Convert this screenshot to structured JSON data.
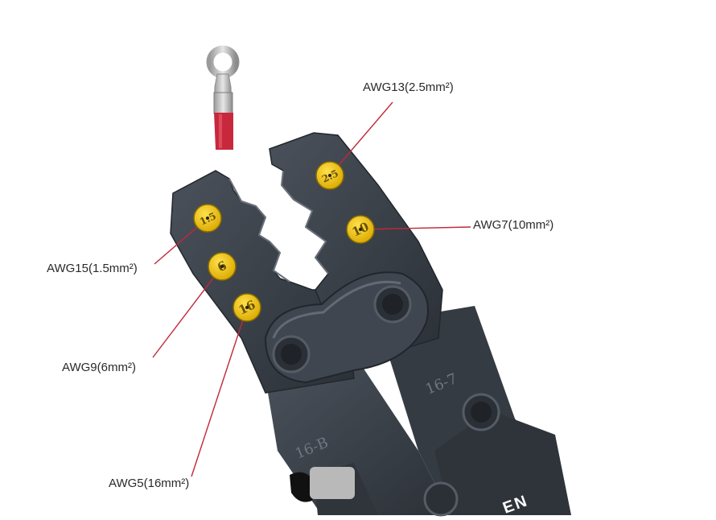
{
  "callouts": [
    {
      "id": "awg13",
      "label": "AWG13(2.5mm²)",
      "die": "2.5"
    },
    {
      "id": "awg7",
      "label": "AWG7(10mm²)",
      "die": "10"
    },
    {
      "id": "awg15",
      "label": "AWG15(1.5mm²)",
      "die": "1.5"
    },
    {
      "id": "awg9",
      "label": "AWG9(6mm²)",
      "die": "6"
    },
    {
      "id": "awg5",
      "label": "AWG5(16mm²)",
      "die": "16"
    }
  ],
  "jaw_stamps": {
    "upper": "16-7",
    "lower": "16-B"
  },
  "brand_fragment": "EN",
  "colors": {
    "tool_body": "#3b4149",
    "tool_highlight": "#555c66",
    "die_marker": "#f2c200",
    "callout_line": "#c0283a",
    "wire_insulation": "#c8283c",
    "terminal_metal": "#c9c9c9"
  }
}
